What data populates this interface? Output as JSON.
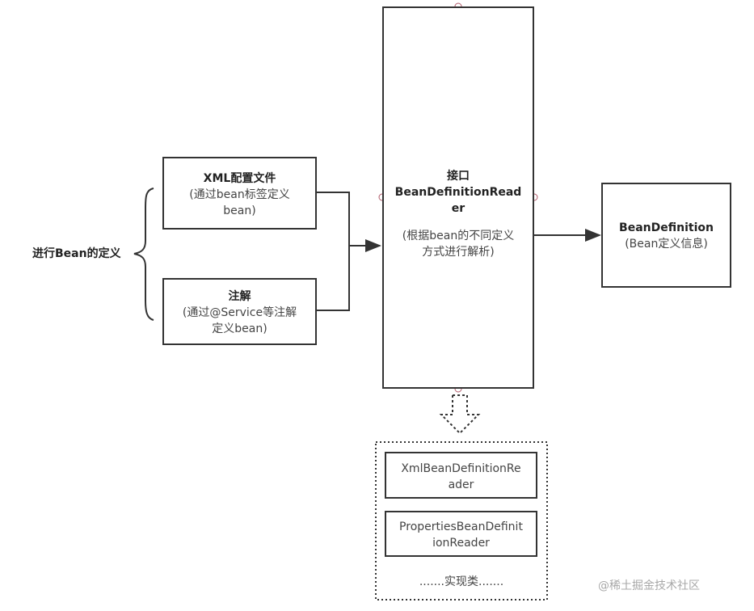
{
  "left_label": "进行Bean的定义",
  "xml_box": {
    "title": "XML配置文件",
    "line1": "(通过bean标签定义",
    "line2": "bean)"
  },
  "anno_box": {
    "title": "注解",
    "line1": "(通过@Service等注解",
    "line2": "定义bean)"
  },
  "reader_box": {
    "title1": "接口",
    "title2": "BeanDefinitionRead",
    "title3": "er",
    "line1": "(根据bean的不同定义",
    "line2": "方式进行解析)"
  },
  "def_box": {
    "title": "BeanDefinition",
    "line1": "(Bean定义信息)"
  },
  "impl_group": {
    "item1_line1": "XmlBeanDefinitionRe",
    "item1_line2": "ader",
    "item2_line1": "PropertiesBeanDefinit",
    "item2_line2": "ionReader",
    "more": ".......实现类......."
  },
  "watermark": "@稀土掘金技术社区"
}
